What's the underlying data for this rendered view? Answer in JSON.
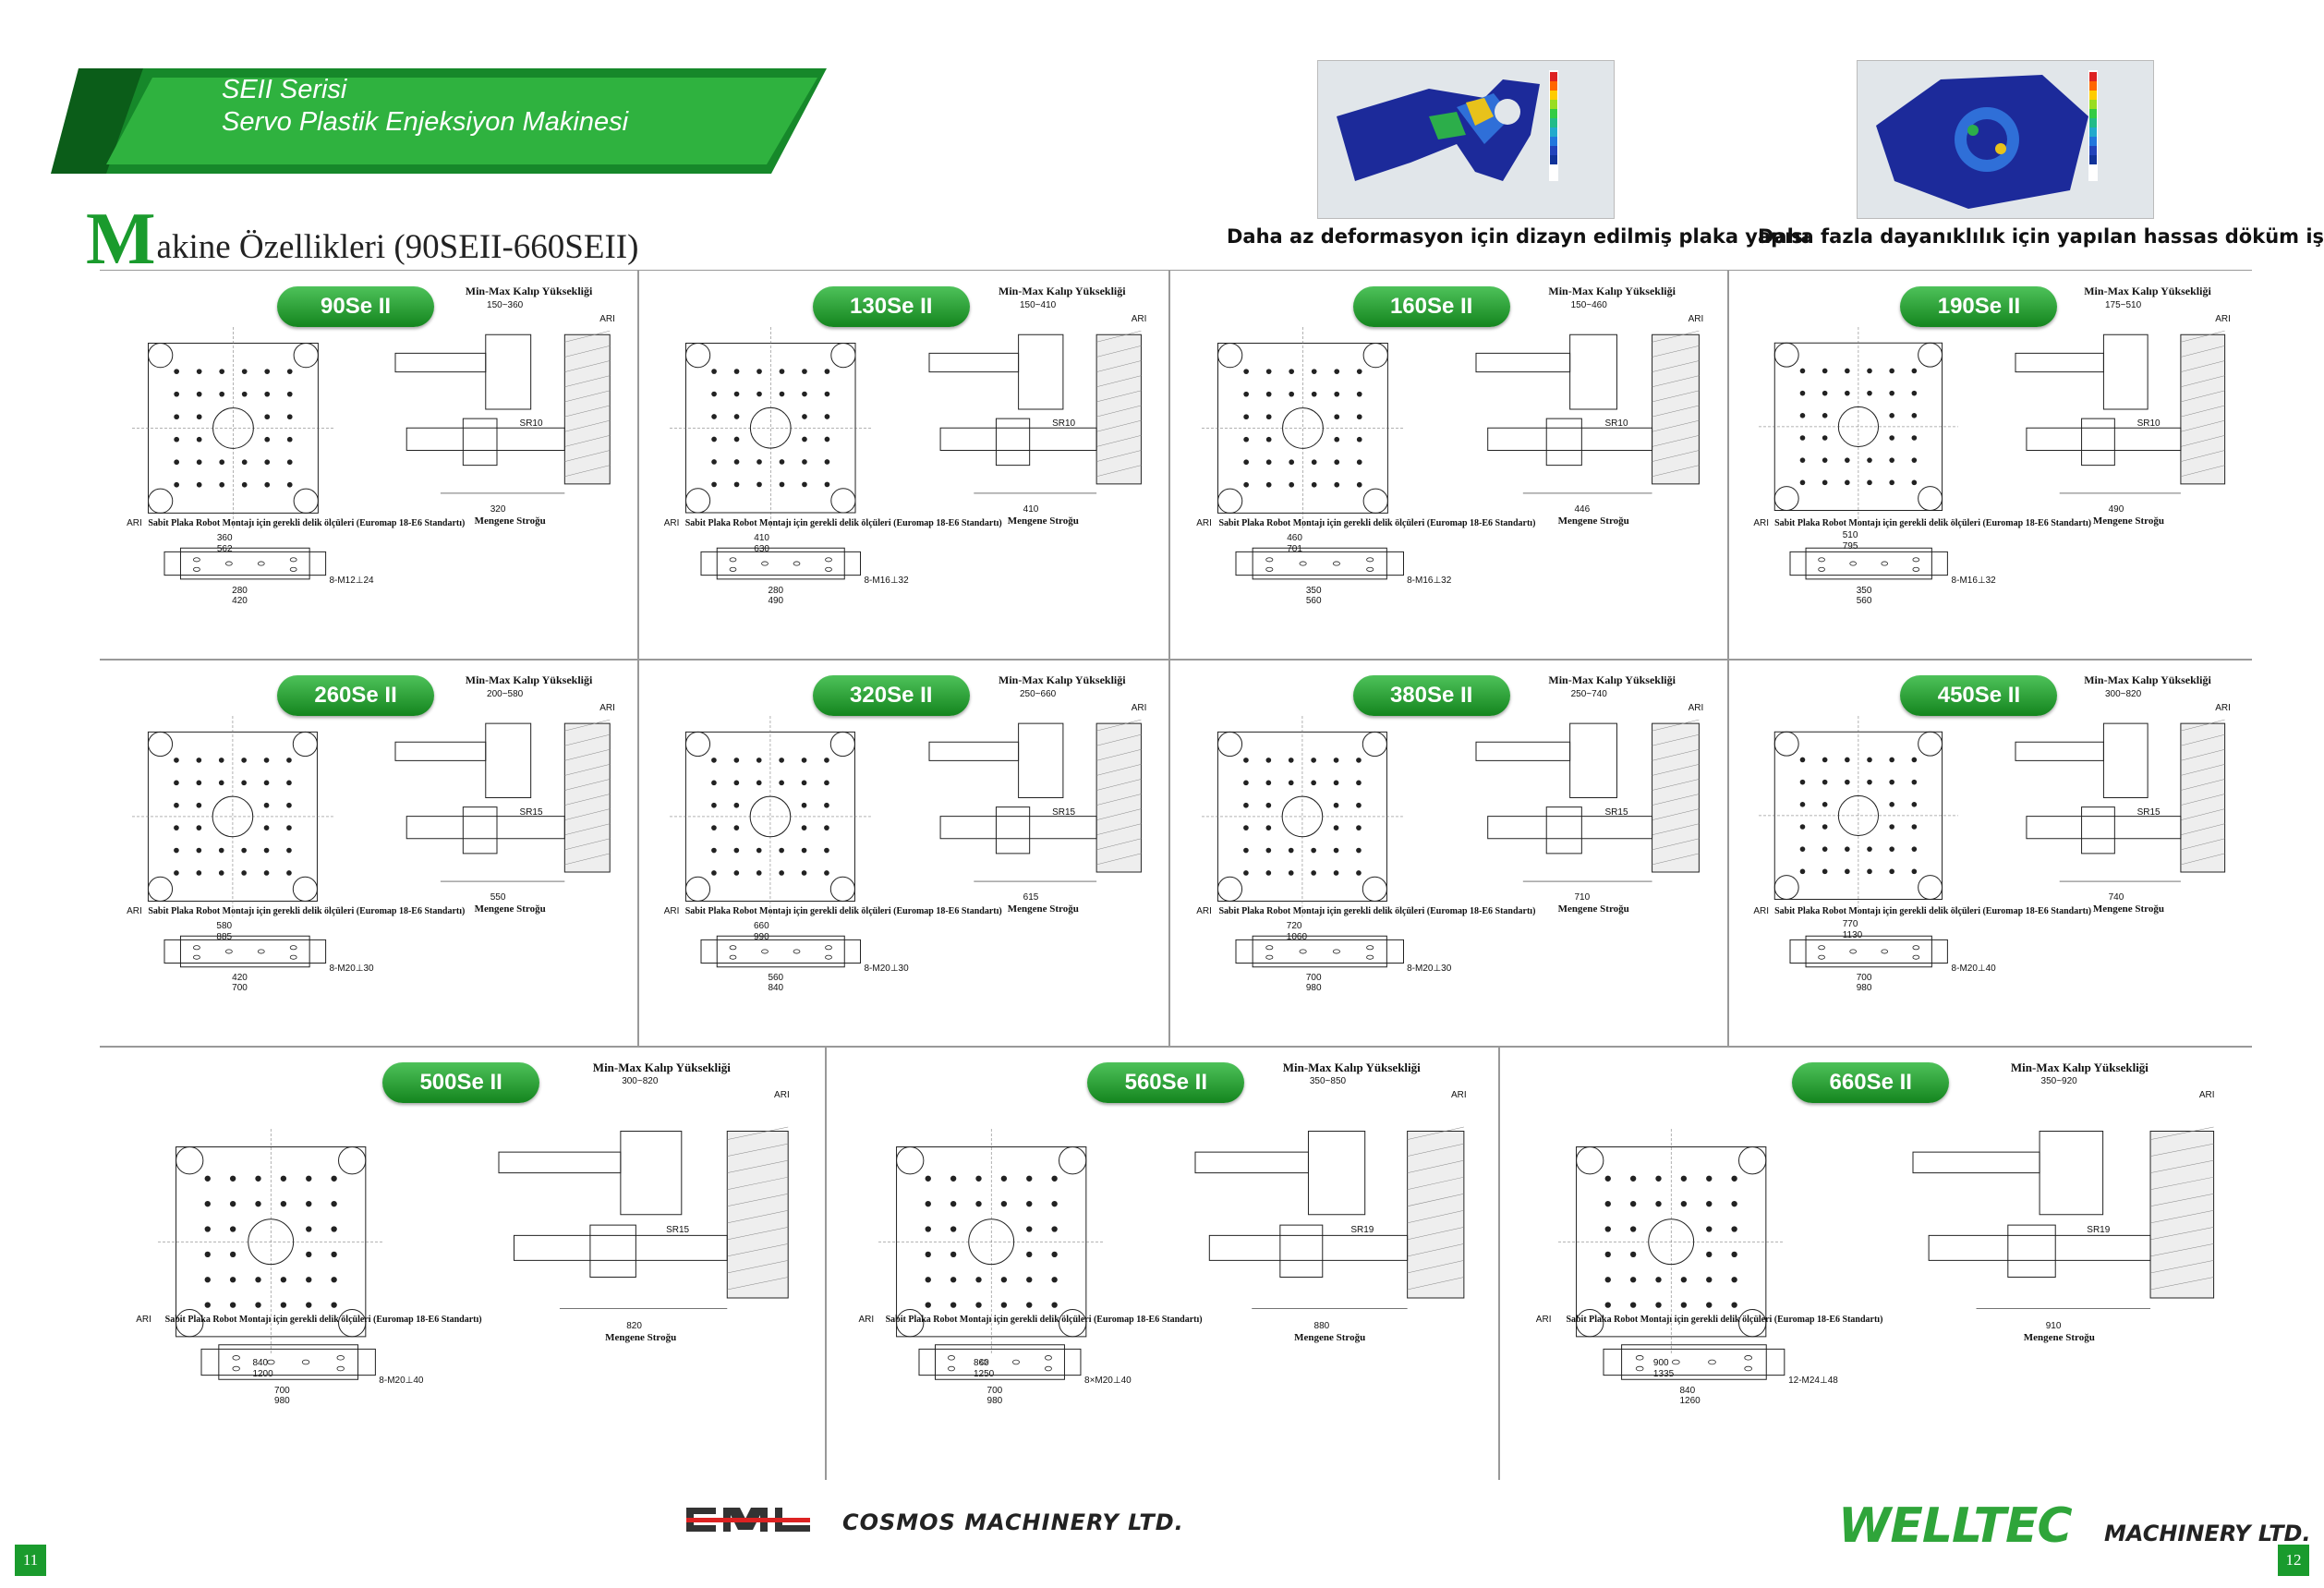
{
  "header": {
    "series_line1": "SEII Serisi",
    "series_line2": "Servo Plastik Enjeksiyon Makinesi",
    "title_initial": "M",
    "title_rest": "akine Özellikleri (90SEII-660SEII)"
  },
  "fem_images": [
    {
      "caption": "Daha az deformasyon için dizayn edilmiş plaka yapısı"
    },
    {
      "caption": "Daha fazla dayanıklılık için yapılan hassas döküm işlemi."
    }
  ],
  "common": {
    "mold_height_label": "Min-Max Kalıp Yüksekliği",
    "clamp_stroke_label": "Mengene Stroğu",
    "robot_note": "Sabit Plaka Robot Montajı için gerekli delik ölçüleri (Euromap 18-E6 Standartı)"
  },
  "models": [
    {
      "name": "90Se",
      "mold_range": "150~360",
      "stroke": "320",
      "platen": "562",
      "tiebar": "360",
      "robot_a": "280",
      "robot_b": "420",
      "robot_bolt": "8-M12",
      "robot_dia": "24",
      "sr": "SR10"
    },
    {
      "name": "130Se",
      "mold_range": "150~410",
      "stroke": "410",
      "platen": "630",
      "tiebar": "410",
      "robot_a": "280",
      "robot_b": "490",
      "robot_bolt": "8-M16",
      "robot_dia": "32",
      "sr": "SR10"
    },
    {
      "name": "160Se",
      "mold_range": "150~460",
      "stroke": "446",
      "platen": "701",
      "tiebar": "460",
      "robot_a": "350",
      "robot_b": "560",
      "robot_bolt": "8-M16",
      "robot_dia": "32",
      "sr": "SR10"
    },
    {
      "name": "190Se",
      "mold_range": "175~510",
      "stroke": "490",
      "platen": "795",
      "tiebar": "510",
      "robot_a": "350",
      "robot_b": "560",
      "robot_bolt": "8-M16",
      "robot_dia": "32",
      "sr": "SR10"
    },
    {
      "name": "260Se",
      "mold_range": "200~580",
      "stroke": "550",
      "platen": "885",
      "tiebar": "580",
      "robot_a": "420",
      "robot_b": "700",
      "robot_bolt": "8-M20",
      "robot_dia": "30",
      "sr": "SR15"
    },
    {
      "name": "320Se",
      "mold_range": "250~660",
      "stroke": "615",
      "platen": "990",
      "tiebar": "660",
      "robot_a": "560",
      "robot_b": "840",
      "robot_bolt": "8-M20",
      "robot_dia": "30",
      "sr": "SR15"
    },
    {
      "name": "380Se",
      "mold_range": "250~740",
      "stroke": "710",
      "platen": "1060",
      "tiebar": "720",
      "robot_a": "700",
      "robot_b": "980",
      "robot_bolt": "8-M20",
      "robot_dia": "30",
      "sr": "SR15"
    },
    {
      "name": "450Se",
      "mold_range": "300~820",
      "stroke": "740",
      "platen": "1130",
      "tiebar": "770",
      "robot_a": "700",
      "robot_b": "980",
      "robot_bolt": "8-M20",
      "robot_dia": "40",
      "sr": "SR15"
    },
    {
      "name": "500Se",
      "mold_range": "300~820",
      "stroke": "820",
      "platen": "1200",
      "tiebar": "840",
      "robot_a": "700",
      "robot_b": "980",
      "robot_bolt": "8-M20",
      "robot_dia": "40",
      "sr": "SR15"
    },
    {
      "name": "560Se",
      "mold_range": "350~850",
      "stroke": "880",
      "platen": "1250",
      "tiebar": "860",
      "robot_a": "700",
      "robot_b": "980",
      "robot_bolt": "8×M20",
      "robot_dia": "40",
      "sr": "SR19"
    },
    {
      "name": "660Se",
      "mold_range": "350~920",
      "stroke": "910",
      "platen": "1335",
      "tiebar": "900",
      "robot_a": "840",
      "robot_b": "1260",
      "robot_bolt": "12-M24",
      "robot_dia": "48",
      "sr": "SR19"
    }
  ],
  "roman": "II",
  "footer": {
    "cml_logo": "CML",
    "cml_name": "COSMOS MACHINERY LTD.",
    "welltec_logo": "WELLTEC",
    "welltec_sub": "MACHINERY LTD.",
    "page_left": "11",
    "page_right": "12"
  }
}
